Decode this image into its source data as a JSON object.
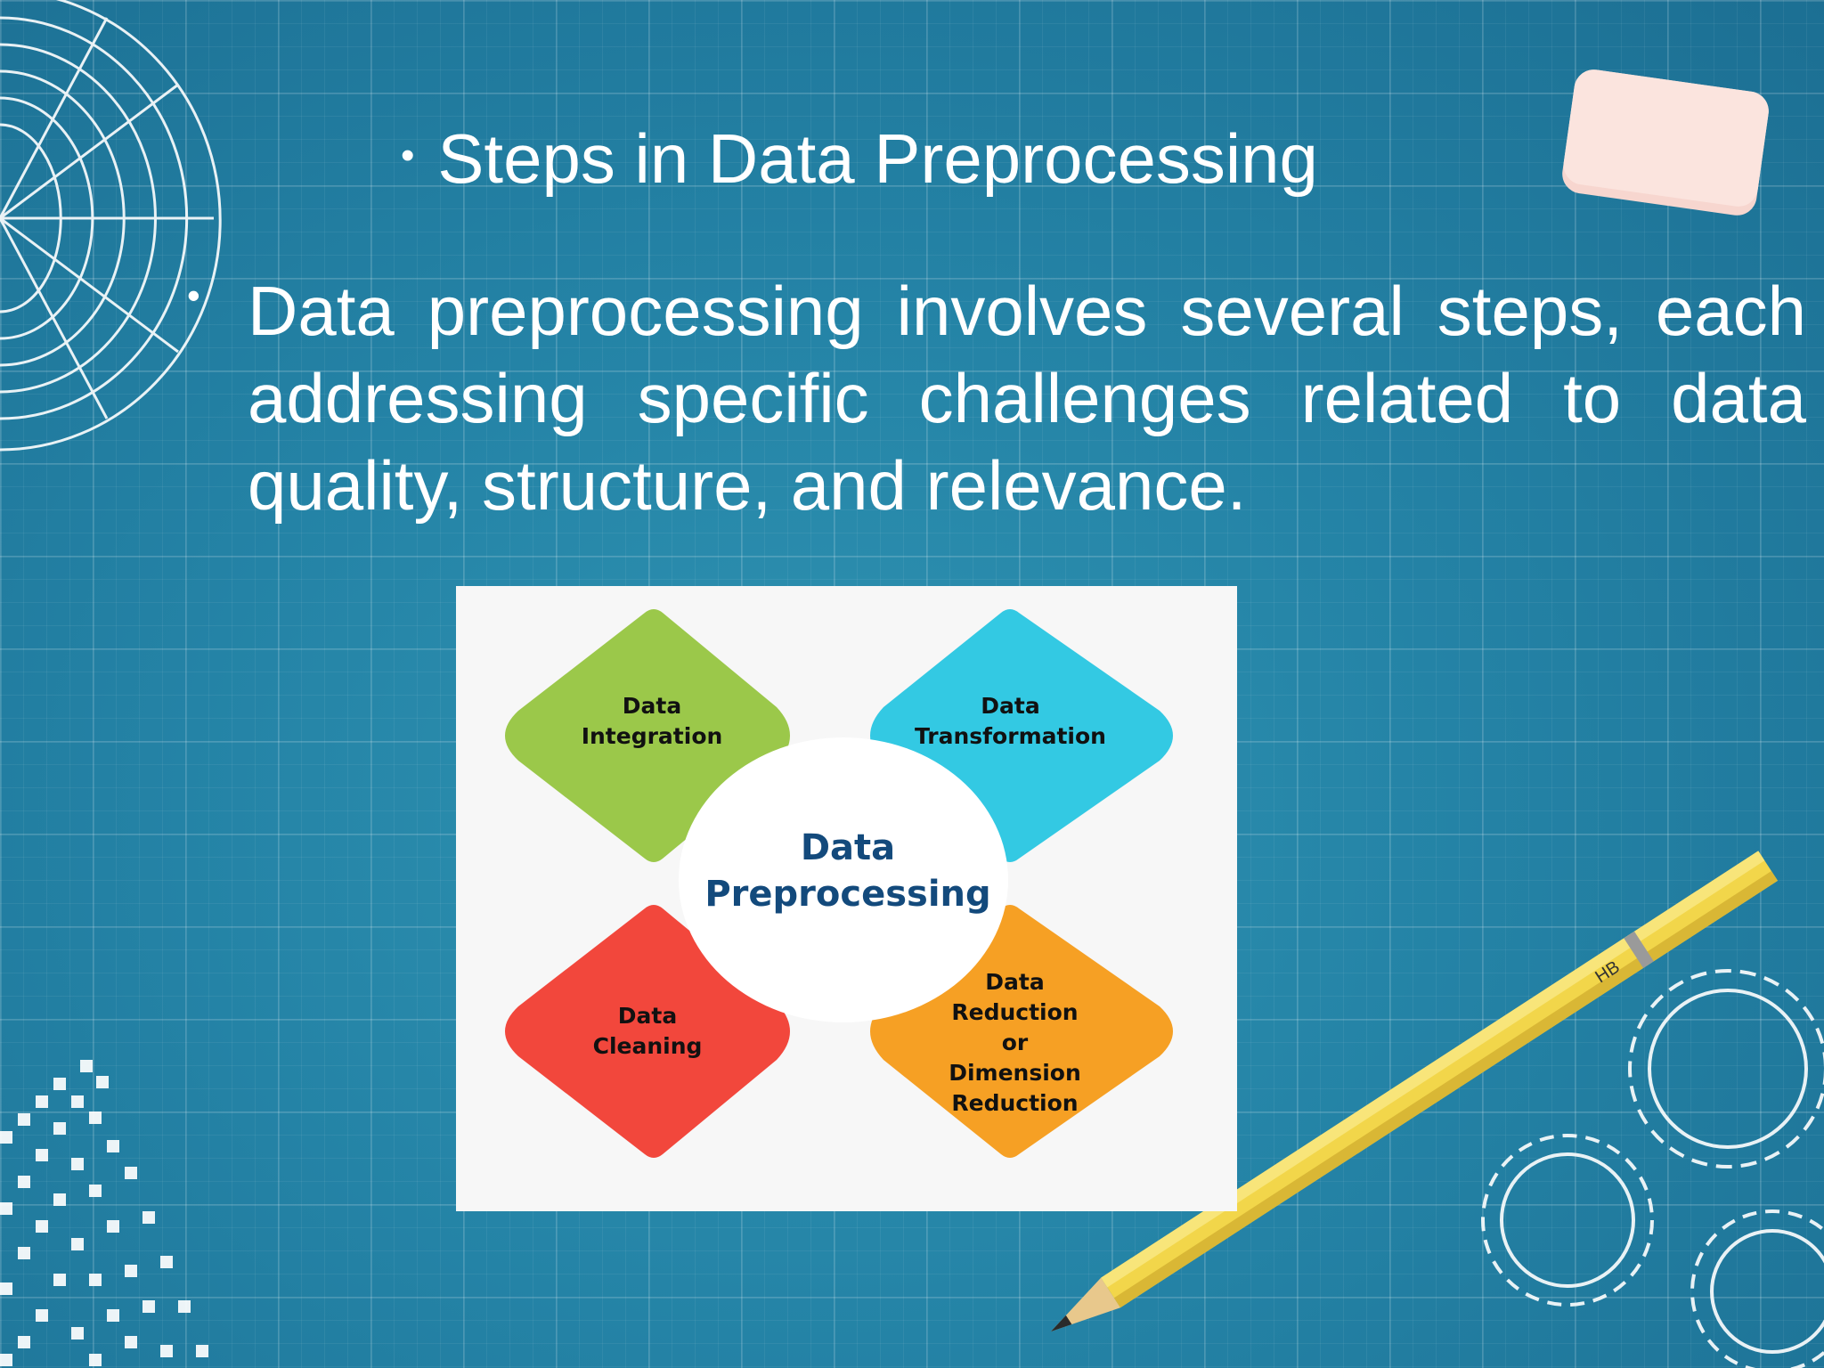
{
  "slide": {
    "title": "Steps in Data Preprocessing",
    "bullet_glyph": "•",
    "body": "Data preprocessing involves several steps, each addressing specific challenges related to data quality, structure, and relevance."
  },
  "diagram": {
    "center": "Data Preprocessing",
    "steps": [
      {
        "label": "Data Integration",
        "color": "#9bc84a"
      },
      {
        "label": "Data Transformation",
        "color": "#33c9e3"
      },
      {
        "label": "Data Cleaning",
        "color": "#f2473c"
      },
      {
        "label": "Data Reduction or Dimension Reduction",
        "color": "#f6a024"
      }
    ]
  },
  "decor": {
    "pencil_label": "HB",
    "background_color": "#2483a6"
  }
}
